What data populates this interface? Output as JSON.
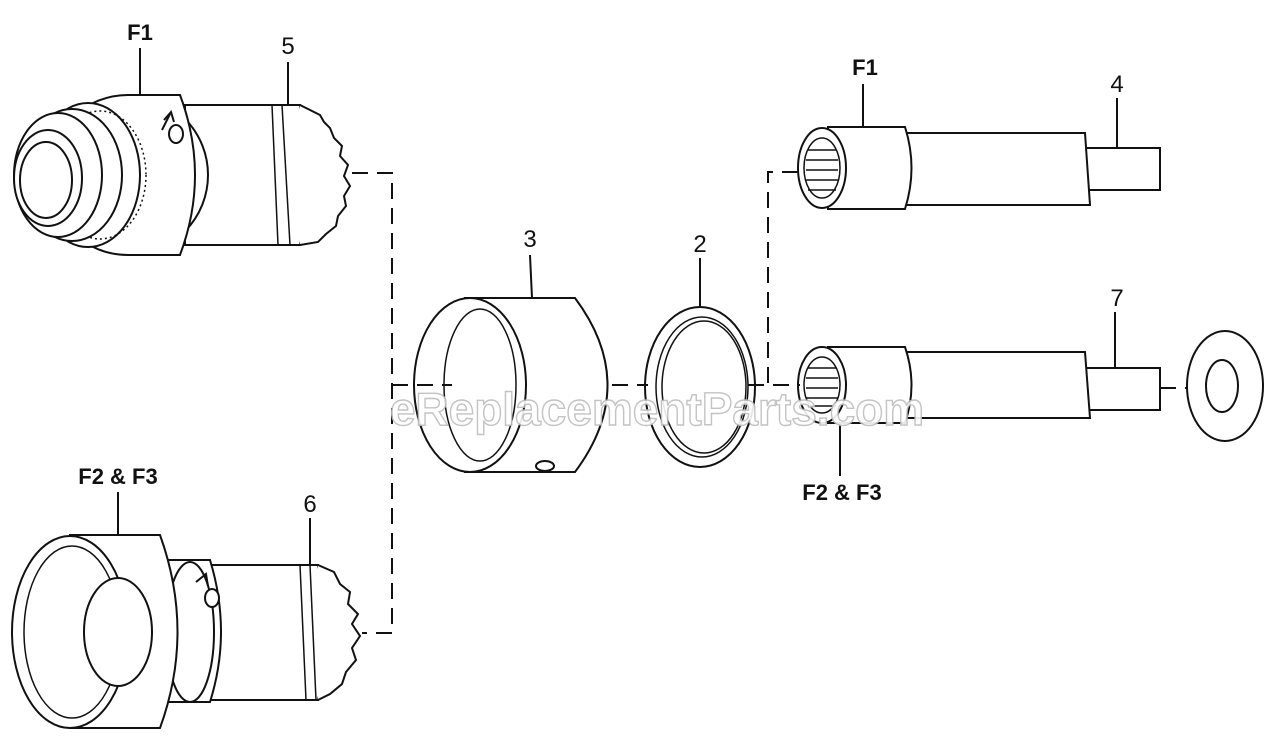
{
  "callouts": {
    "f1_upper_left": "F1",
    "f1_upper_right": "F1",
    "f2f3_lower_left": "F2 & F3",
    "f2f3_lower_right": "F2 & F3"
  },
  "part_numbers": {
    "p2": "2",
    "p3": "3",
    "p4": "4",
    "p5": "5",
    "p6": "6",
    "p7": "7"
  },
  "watermark": "eReplacementParts.com"
}
